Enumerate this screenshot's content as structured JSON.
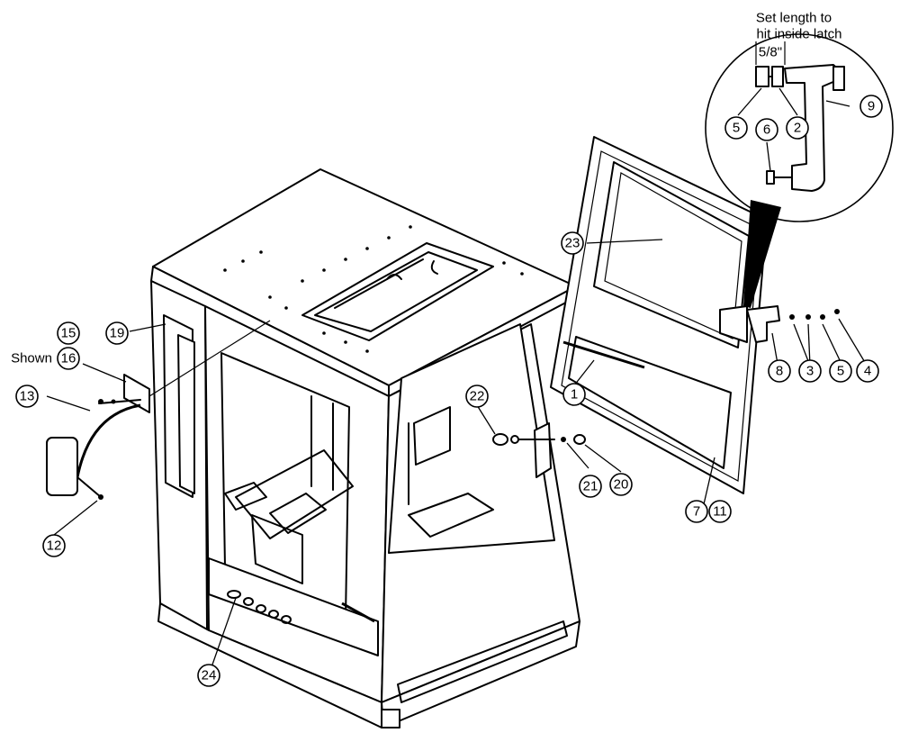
{
  "detail_note": {
    "line1": "Set length to",
    "line2": "hit inside latch",
    "dimension": "5/8\""
  },
  "shown_label": "Shown",
  "callouts": {
    "c1": "1",
    "c2": "2",
    "c3": "3",
    "c4": "4",
    "c5a": "5",
    "c5b": "5",
    "c6": "6",
    "c7": "7",
    "c8": "8",
    "c9": "9",
    "c11": "11",
    "c12": "12",
    "c13": "13",
    "c15": "15",
    "c16": "16",
    "c19": "19",
    "c20": "20",
    "c21": "21",
    "c22": "22",
    "c23": "23",
    "c24": "24"
  }
}
